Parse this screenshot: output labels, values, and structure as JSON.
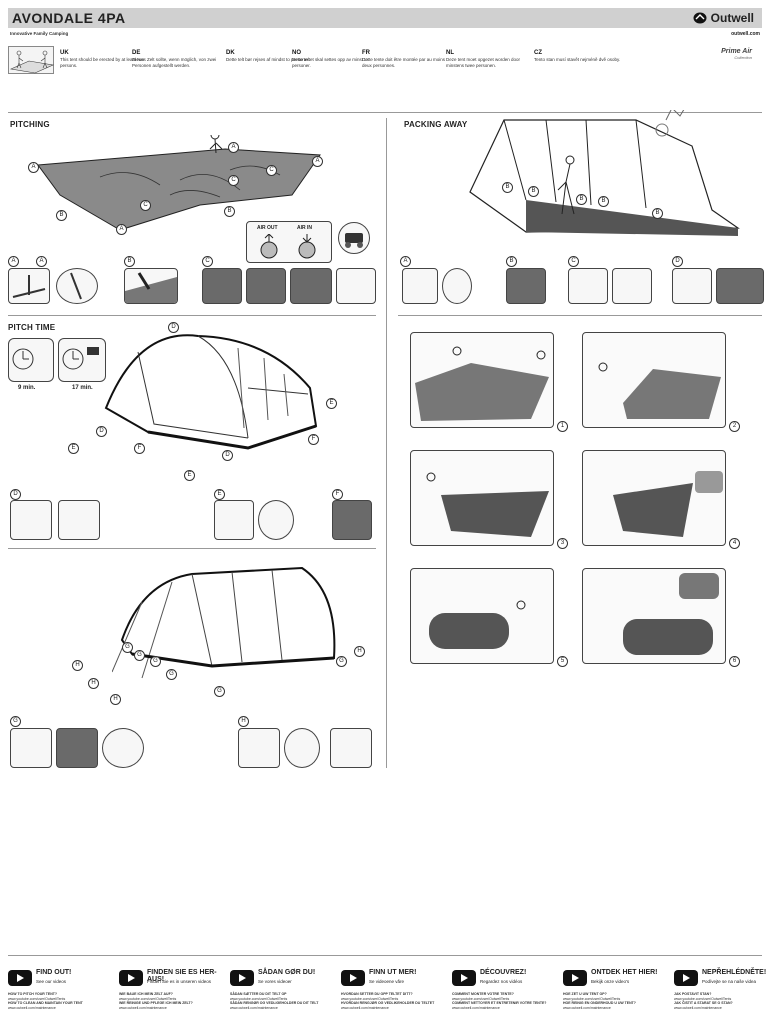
{
  "header": {
    "title": "AVONDALE 4PA",
    "brand": "Outwell",
    "subtitle": "Innovative Family Camping",
    "website": "outwell.com",
    "prime_air": "Prime Air",
    "collection": "Collection"
  },
  "languages": [
    {
      "code": "UK",
      "text": "This tent should be erected by at least two persons."
    },
    {
      "code": "DE",
      "text": "Dieses Zelt sollte, wenn möglich, von zwei Personen aufgestellt werden."
    },
    {
      "code": "DK",
      "text": "Dette telt bør rejses af mindst to personer."
    },
    {
      "code": "NO",
      "text": "Dette teltet skal settes opp av minst to personer."
    },
    {
      "code": "FR",
      "text": "Cette tente doit être montée par au moins deux personnes."
    },
    {
      "code": "NL",
      "text": "Deze tent moet opgezet worden door minstens twee personen."
    },
    {
      "code": "CZ",
      "text": "Tento stan musí stavět nejméně dvě osoby."
    }
  ],
  "sections": {
    "pitching": "PITCHING",
    "packing_away": "PACKING AWAY",
    "pitch_time": "PITCH TIME"
  },
  "pitch_times": [
    "9 min.",
    "17 min."
  ],
  "air": {
    "out": "AIR OUT",
    "in": "AIR IN"
  },
  "steps": [
    "1",
    "2",
    "3",
    "4",
    "5",
    "6"
  ],
  "footer": [
    {
      "heading": "FIND OUT!",
      "sub": "See our videos",
      "lines": [
        "HOW TO PITCH YOUR TENT?",
        "www.youtube.com/user/OutwellTents",
        "HOW TO CLEAN AND MAINTAIN YOUR TENT",
        "www.outwell.com/maintenance"
      ]
    },
    {
      "heading": "FINDEN SIE ES HER-AUS!",
      "sub": "Finden Sie es in unseren videos",
      "lines": [
        "WIE BAUE ICH MEIN ZELT AUF?",
        "www.youtube.com/user/OutwellTents",
        "WIE REINIGE UND PFLEGE ICH MEIN ZELT?",
        "www.outwell.com/maintenance"
      ]
    },
    {
      "heading": "SÅDAN GØR DU!",
      "sub": "Se vores videoer",
      "lines": [
        "SÅDAN SÆTTER DU DIT TELT OP",
        "www.youtube.com/user/OutwellTents",
        "SÅDAN RENGØR OG VEDLIGEHOLDER DU DIT TELT",
        "www.outwell.com/maintenance"
      ]
    },
    {
      "heading": "FINN UT MER!",
      "sub": "Se videoene våre",
      "lines": [
        "HVORDAN SETTER DU OPP TELTET DITT?",
        "www.youtube.com/user/OutwellTents",
        "HVORDAN RENGJØR OG VEDLIKEHOLDER DU TELTET",
        "www.outwell.com/maintenance"
      ]
    },
    {
      "heading": "DÉCOUVREZ!",
      "sub": "Regardez nos vidéos",
      "lines": [
        "COMMENT MONTER VOTRE TENTE?",
        "www.youtube.com/user/OutwellTents",
        "COMMENT NETTOYER ET ENTRETENIR VOTRE TENTE?",
        "www.outwell.com/maintenance"
      ]
    },
    {
      "heading": "ONTDEK HET HIER!",
      "sub": "Bekijk onze video's",
      "lines": [
        "HOE ZET U UW TENT OP?",
        "www.youtube.com/user/OutwellTents",
        "HOE REINIG EN ONDERHOUD U UW TENT?",
        "www.outwell.com/maintenance"
      ]
    },
    {
      "heading": "NEPŘEHLÉDNĚTE!",
      "sub": "Podívejte se na naše videa",
      "lines": [
        "JAK POSTAVIT STAN?",
        "www.youtube.com/user/OutwellTents",
        "JAK ČISTIT A STARAT SE O STAN?",
        "www.outwell.com/maintenance"
      ]
    }
  ]
}
